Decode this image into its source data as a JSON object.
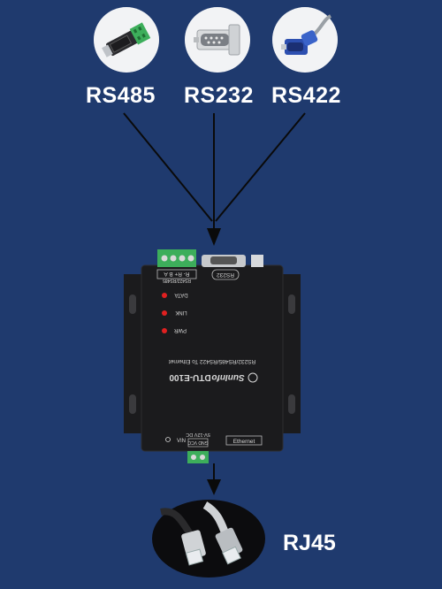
{
  "ports": [
    {
      "label": "RS485",
      "icon": "rs485-adapter-icon"
    },
    {
      "label": "RS232",
      "icon": "rs232-db9-connector-icon"
    },
    {
      "label": "RS422",
      "icon": "rs422-usb-serial-cable-icon"
    }
  ],
  "output": {
    "label": "RJ45",
    "icon": "rj45-ethernet-cable-icon"
  },
  "device": {
    "brand": "SunInfo",
    "model": "DTU-E100",
    "subtitle": "RS232/RS485/RS422 To Ethernet",
    "leds": [
      "DATA",
      "LINK",
      "PWR"
    ],
    "rs232_port_label": "RS232",
    "terminal_label": "R- R+ B A",
    "terminal_sub_label": "RS422/RS485",
    "ethernet_label": "Ethernet",
    "power_label": "5V-12V DC",
    "power_sub_label": "GND VCC",
    "vin_label": "VIN"
  },
  "colors": {
    "background": "#1f3a6e",
    "device_body": "#1b1b1d",
    "terminal_green": "#3dae5b",
    "arrow": "#0a0a0a",
    "led_red": "#e02020"
  }
}
